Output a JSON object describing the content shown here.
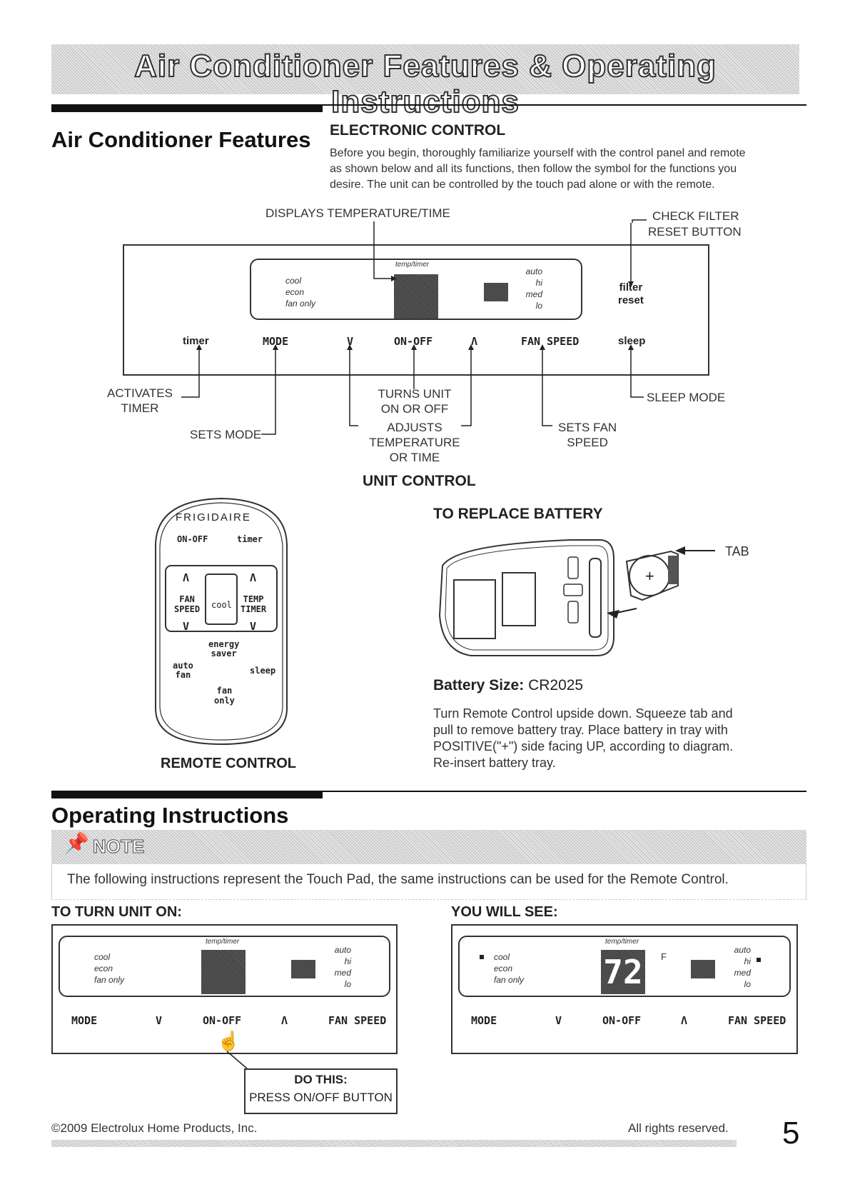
{
  "page": {
    "banner_title": "Air Conditioner Features & Operating Instructions",
    "page_number": "5",
    "footer_left": "©2009 Electrolux Home Products, Inc.",
    "footer_right": "All rights reserved."
  },
  "features": {
    "section_title": "Air Conditioner Features",
    "subhead": "ELECTRONIC CONTROL",
    "intro_lines": [
      "Before you begin, thoroughly familiarize yourself with the control panel and remote",
      "as shown below and all its functions, then follow the symbol for the functions you",
      "desire. The unit can be controlled by the touch pad alone or with the remote."
    ],
    "callouts": {
      "displays": "DISPLAYS TEMPERATURE/TIME",
      "check_filter_1": "CHECK FILTER",
      "check_filter_2": "RESET BUTTON",
      "activates_1": "ACTIVATES",
      "activates_2": "TIMER",
      "sets_mode": "SETS MODE",
      "turns_1": "TURNS UNIT",
      "turns_2": "ON OR OFF",
      "adjusts_1": "ADJUSTS",
      "adjusts_2": "TEMPERATURE",
      "adjusts_3": "OR TIME",
      "fan_1": "SETS FAN",
      "fan_2": "SPEED",
      "sleep_mode": "SLEEP MODE"
    },
    "panel": {
      "temp_timer": "temp/timer",
      "modes": [
        "cool",
        "econ",
        "fan only"
      ],
      "speeds": [
        "auto",
        "hi",
        "med",
        "lo"
      ],
      "filter": "filter",
      "reset": "reset",
      "buttons": [
        "timer",
        "MODE",
        "V",
        "ON-OFF",
        "Λ",
        "FAN SPEED",
        "sleep"
      ]
    },
    "unit_control_caption": "UNIT CONTROL"
  },
  "remote": {
    "brand": "FRIGIDAIRE",
    "on_off": "ON-OFF",
    "timer": "timer",
    "up": "Λ",
    "down": "V",
    "fan_speed_1": "FAN",
    "fan_speed_2": "SPEED",
    "cool": "cool",
    "temp_1": "TEMP",
    "temp_2": "TIMER",
    "energy_1": "energy",
    "energy_2": "saver",
    "auto_1": "auto",
    "auto_2": "fan",
    "sleep": "sleep",
    "fanonly_1": "fan",
    "fanonly_2": "only",
    "caption": "REMOTE CONTROL"
  },
  "battery": {
    "title": "TO REPLACE BATTERY",
    "tab_label": "TAB",
    "size_label": "Battery Size:",
    "size_value": "CR2025",
    "instructions": [
      "Turn Remote Control upside down. Squeeze tab and",
      "pull to remove battery tray. Place battery in tray with",
      "POSITIVE(\"+\") side facing UP, according to diagram.",
      "Re-insert battery tray."
    ]
  },
  "operating": {
    "section_title": "Operating Instructions",
    "note_label": "NOTE",
    "note_text": "The following instructions represent the Touch Pad, the same instructions can be used for the Remote Control.",
    "turn_on_title": "TO TURN UNIT ON:",
    "you_will_see_title": "YOU WILL SEE:",
    "do_this_1": "DO THIS:",
    "do_this_2": "PRESS ON/OFF BUTTON",
    "display_value": "72",
    "display_unit": "F",
    "small_buttons": [
      "MODE",
      "V",
      "ON-OFF",
      "Λ",
      "FAN SPEED"
    ]
  }
}
